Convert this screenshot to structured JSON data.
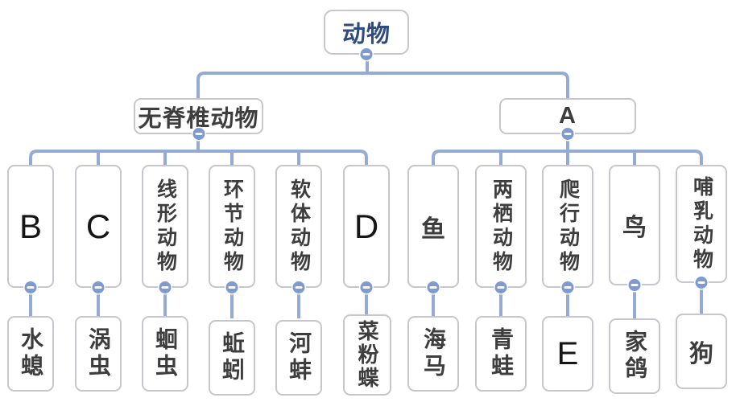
{
  "colors": {
    "line": "#96abd4",
    "toggle-fill": "#7e9ad1",
    "node-border": "#c6c6cc",
    "root-text": "#2e4c80",
    "branch-text": "#3d3d3d",
    "leaf-text": "#3a3a3a",
    "letter-text": "#161616"
  },
  "icons": {
    "collapse": "minus-icon"
  },
  "tree": {
    "root": {
      "label": "动物"
    },
    "branches": [
      {
        "label": "无脊椎动物",
        "groups": [
          {
            "label": "B",
            "example": "水螅"
          },
          {
            "label": "C",
            "example": "涡虫"
          },
          {
            "label": "线形动物",
            "example": "蛔虫"
          },
          {
            "label": "环节动物",
            "example": "蚯蚓"
          },
          {
            "label": "软体动物",
            "example": "河蚌"
          },
          {
            "label": "D",
            "example": "菜粉蝶"
          }
        ]
      },
      {
        "label": "A",
        "groups": [
          {
            "label": "鱼",
            "example": "海马"
          },
          {
            "label": "两栖动物",
            "example": "青蛙"
          },
          {
            "label": "爬行动物",
            "example": "E"
          },
          {
            "label": "鸟",
            "example": "家鸽"
          },
          {
            "label": "哺乳动物",
            "example": "狗"
          }
        ]
      }
    ]
  }
}
